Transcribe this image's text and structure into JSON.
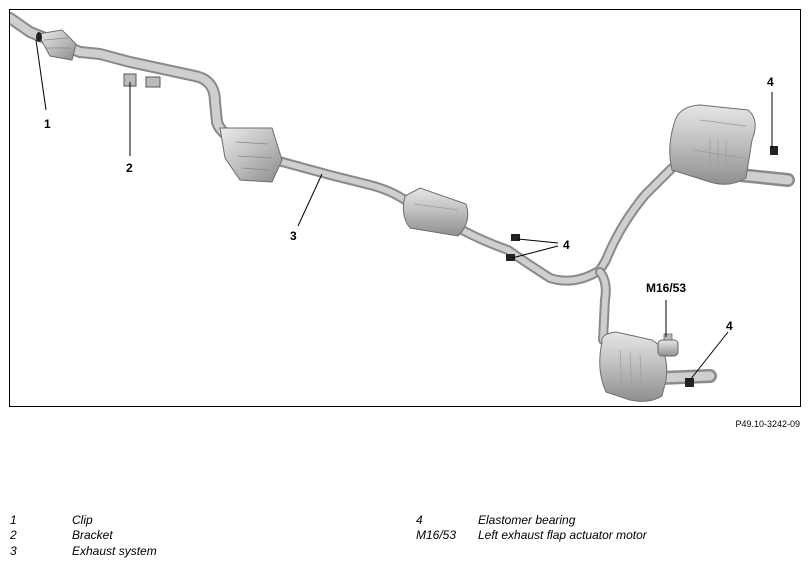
{
  "callouts": {
    "c1": "1",
    "c2": "2",
    "c3": "3",
    "c4a": "4",
    "c4b": "4",
    "c4c": "4",
    "m1653": "M16/53"
  },
  "figure_id": "P49.10-3242-09",
  "legend": [
    {
      "key": "1",
      "desc": "Clip"
    },
    {
      "key": "2",
      "desc": "Bracket"
    },
    {
      "key": "3",
      "desc": "Exhaust system"
    },
    {
      "key": "4",
      "desc": "Elastomer bearing"
    },
    {
      "key": "M16/53",
      "desc": "Left exhaust flap actuator motor"
    }
  ]
}
